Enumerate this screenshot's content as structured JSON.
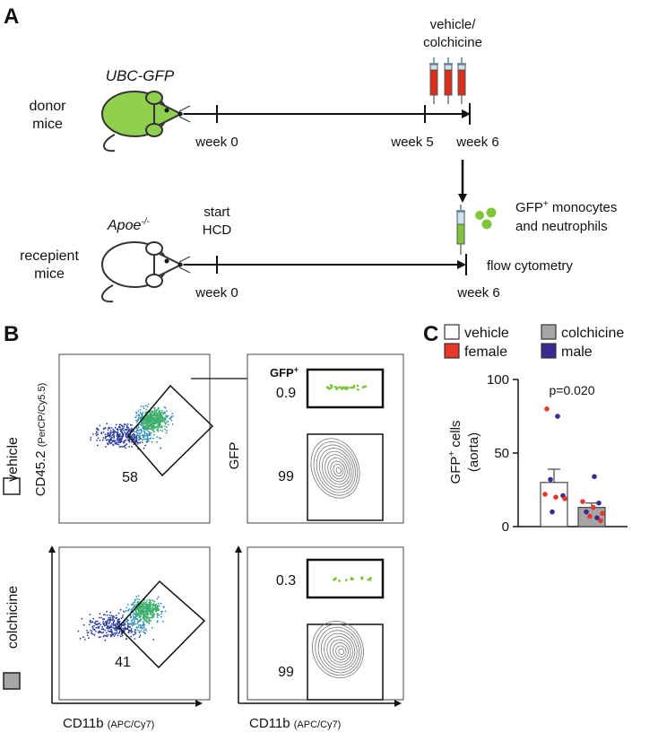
{
  "panels": {
    "a": "A",
    "b": "B",
    "c": "C"
  },
  "timeline": {
    "donor": {
      "strain": "UBC-GFP",
      "group_line1": "donor",
      "group_line2": "mice",
      "ticks": [
        "week 0",
        "week 5",
        "week 6"
      ],
      "injection_line1": "vehicle/",
      "injection_line2": "colchicine"
    },
    "recipient": {
      "strain_base": "Apoe",
      "strain_sup": "-/-",
      "group_line1": "recepient",
      "group_line2": "mice",
      "diet_line1": "start",
      "diet_line2": "HCD",
      "ticks": [
        "week 0",
        "week 6"
      ],
      "cells_line1_base": "GFP",
      "cells_line1_sup": "+",
      "cells_line1_rest": " monocytes",
      "cells_line2": "and neutrophils",
      "assay": "flow cytometry"
    }
  },
  "flow": {
    "rows": [
      "vehicle",
      "colchicine"
    ],
    "left_ylabel_main": "CD45.2 ",
    "left_ylabel_small": "(PerCP/Cy5.5)",
    "left_xlabel_main": "CD11b ",
    "left_xlabel_small": "(APC/Cy7)",
    "right_ylabel": "GFP",
    "right_xlabel_main": "CD11b ",
    "right_xlabel_small": "(APC/Cy7)",
    "gate_label_base": "GFP",
    "gate_label_sup": "+",
    "vehicle": {
      "gate_pct": "58",
      "gfp_pos": "0.9",
      "gfp_neg": "99"
    },
    "colchicine": {
      "gate_pct": "41",
      "gfp_pos": "0.3",
      "gfp_neg": "99"
    }
  },
  "colors": {
    "vehicle": "#ffffff",
    "colchicine": "#a6a6a6",
    "female": "#e8382b",
    "male": "#3b2a8f",
    "gfp": "#7fc63a",
    "syringe": "#d9301e"
  },
  "chart_data": {
    "type": "bar",
    "categories": [
      "vehicle",
      "colchicine"
    ],
    "values": [
      30,
      13
    ],
    "errors": [
      9,
      3
    ],
    "ylabel_line1_base": "GFP",
    "ylabel_line1_sup": "+",
    "ylabel_line1_rest": " cells",
    "ylabel_line2": "(aorta)",
    "ylim": [
      0,
      100
    ],
    "yticks": [
      "0",
      "50",
      "100"
    ],
    "annotation": "p=0.020",
    "legend": [
      "vehicle",
      "colchicine",
      "female",
      "male"
    ],
    "points": [
      {
        "group": 0,
        "sex": "female",
        "y": 80
      },
      {
        "group": 0,
        "sex": "male",
        "y": 75
      },
      {
        "group": 0,
        "sex": "male",
        "y": 32
      },
      {
        "group": 0,
        "sex": "female",
        "y": 22
      },
      {
        "group": 0,
        "sex": "female",
        "y": 20
      },
      {
        "group": 0,
        "sex": "male",
        "y": 21
      },
      {
        "group": 0,
        "sex": "female",
        "y": 19
      },
      {
        "group": 0,
        "sex": "male",
        "y": 10
      },
      {
        "group": 1,
        "sex": "male",
        "y": 34
      },
      {
        "group": 1,
        "sex": "female",
        "y": 17
      },
      {
        "group": 1,
        "sex": "male",
        "y": 16
      },
      {
        "group": 1,
        "sex": "female",
        "y": 13
      },
      {
        "group": 1,
        "sex": "male",
        "y": 10
      },
      {
        "group": 1,
        "sex": "female",
        "y": 9
      },
      {
        "group": 1,
        "sex": "female",
        "y": 7
      },
      {
        "group": 1,
        "sex": "male",
        "y": 6
      },
      {
        "group": 1,
        "sex": "female",
        "y": 4
      }
    ]
  }
}
